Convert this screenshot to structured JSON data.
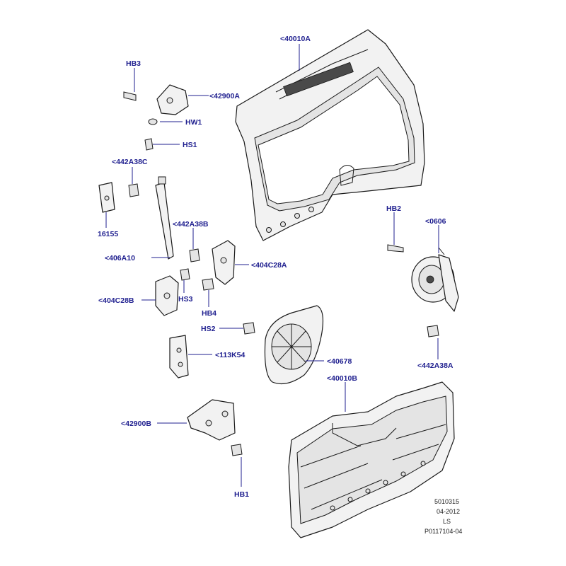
{
  "callouts": {
    "p40010A": "<40010A",
    "hb3": "HB3",
    "p42900A": "<42900A",
    "hw1": "HW1",
    "hs1": "HS1",
    "p442A38C": "<442A38C",
    "p16155": "16155",
    "p442A38B": "<442A38B",
    "p406A10": "<406A10",
    "p404C28A": "<404C28A",
    "p404C28B": "<404C28B",
    "hs3": "HS3",
    "hb4": "HB4",
    "hb2": "HB2",
    "p0606": "<0606",
    "hs2": "HS2",
    "p113K54": "<113K54",
    "p40678": "<40678",
    "p442A38A": "<442A38A",
    "p40010B": "<40010B",
    "p42900B": "<42900B",
    "hb1": "HB1"
  },
  "footer": {
    "ref": "5010315",
    "date": "04-2012",
    "code": "LS",
    "pnum": "P0117104-04"
  }
}
